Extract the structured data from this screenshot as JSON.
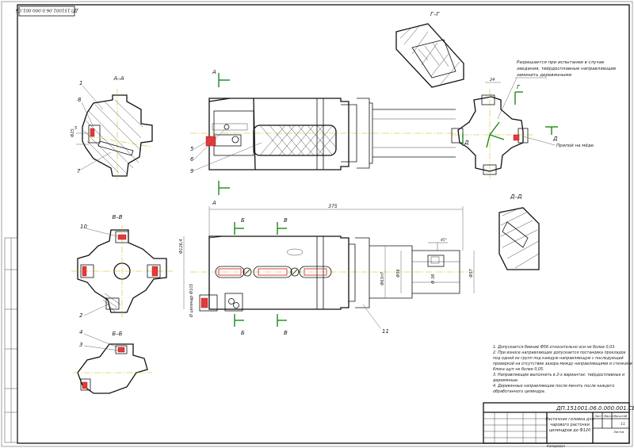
{
  "stamp_rotated": "ДП.151001.06.0.000.001.СБ",
  "drawing_number": "ДП.151001.06.0.000.001.СБ",
  "title_block": {
    "name_lines": [
      "Расточная головка для",
      "чарового расточки",
      "цилиндров до Ф120"
    ],
    "sheet_label": "Лист",
    "sheets_label": "Листов",
    "mass_label": "Масса",
    "scale_label": "Масштаб",
    "sheets_value": "11",
    "format_label": "Копировал"
  },
  "section_labels": {
    "aa": "А–А",
    "bb": "В–В",
    "bb2": "Б–Б",
    "gg": "Г–Г",
    "dd": "Д–Д"
  },
  "view_markers": {
    "a_top": "А",
    "a_bottom": "А",
    "b_top": "Б",
    "v_top": "В",
    "b_bottom": "Б",
    "v_bottom": "В",
    "g_right": "Г",
    "d_left": "Д",
    "d_right": "Д"
  },
  "balloons": {
    "n1": "1",
    "n8": "8",
    "n7": "7",
    "n5": "5",
    "n6": "6",
    "n9": "9",
    "n10": "10",
    "n2": "2",
    "n4": "4",
    "n3": "3",
    "n11": "11"
  },
  "dimensions": {
    "overall_length": "375",
    "d_head": "Ф126,4",
    "d_collar": "Ф63п7",
    "d_shank": "Ф56",
    "d_bore": "Ф 38",
    "d_right": "Ф57",
    "d_cyl_note": "Ø цилиндр Ф105",
    "dim_24": "24",
    "dim_5": "5",
    "dim_25": "Ф25",
    "dim_45": "45°"
  },
  "callouts": {
    "top_note_1": "Разрешается при испытании в случае",
    "top_note_2": "заедания, твёрдосплавные направляющие",
    "top_note_3": "заменить деревянными",
    "weld_note": "Припой на мёде."
  },
  "notes": [
    "1. Допускается биение Ф56 относительно оси не более 0,03.",
    "2. При износе направляющих допускается постановка прокладок",
    "под одной из групп под каждую направляющую с последующей",
    "проверкой на отсутствие зазора между направляющими и стенками",
    "блока щуп не более 0,05.",
    "3. Направляющие выполнить в 2-х вариантах: твёрдосплавные и",
    "деревянные.",
    "4. Деревянные направляющие после менять после каждого",
    "обработанного цилиндра."
  ],
  "colors": {
    "line": "#111111",
    "centerline": "#c9b100",
    "section_mark": "#1a8a1a",
    "part_accent": "#e23b3b"
  }
}
